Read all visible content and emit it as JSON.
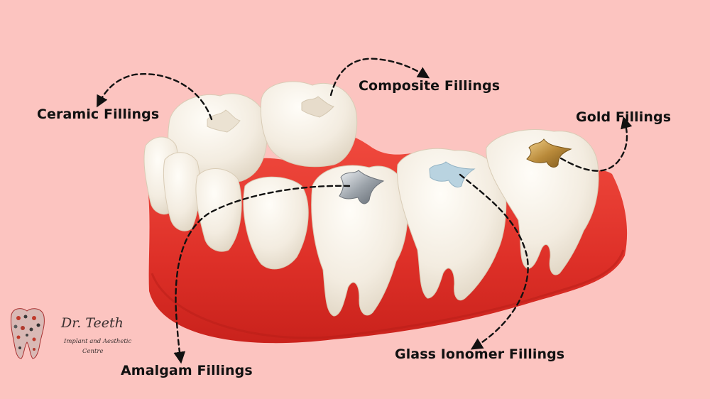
{
  "labels": {
    "ceramic": "Ceramic Fillings",
    "composite": "Composite Fillings",
    "gold": "Gold Fillings",
    "amalgam": "Amalgam Fillings",
    "glass_ionomer": "Glass Ionomer Fillings"
  },
  "logo": {
    "name": "Dr. Teeth",
    "subtitle_line1": "Implant and Aesthetic",
    "subtitle_line2": "Centre"
  },
  "colors": {
    "background": "#fcc4c0",
    "gum": "#e2362e",
    "tooth": "#f3ecdf",
    "amalgam": "#9aa0a6",
    "glass_ionomer": "#b9d3e0",
    "gold": "#b98a3a",
    "ceramic": "#efe6d8",
    "composite": "#e9dfcf"
  }
}
